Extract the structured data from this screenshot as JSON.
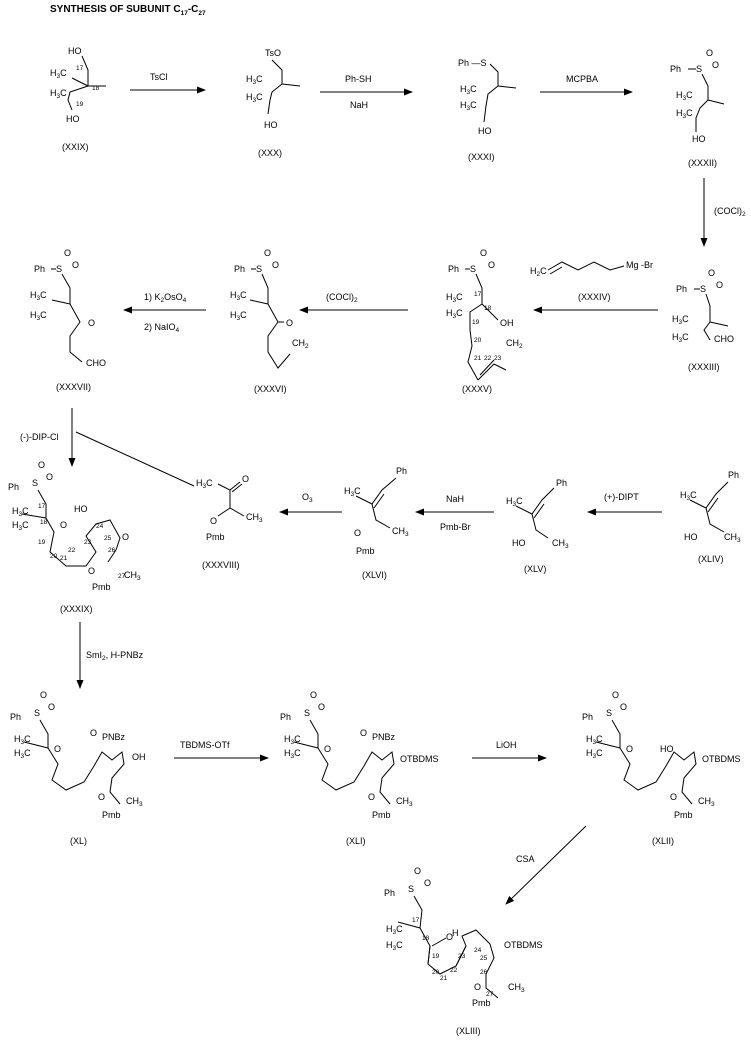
{
  "title": {
    "main": "SYNTHESIS OF SUBUNIT C",
    "sub1": "17",
    "dash": "-C",
    "sub2": "27"
  },
  "compounds": {
    "c29": "(XXIX)",
    "c30": "(XXX)",
    "c31": "(XXXI)",
    "c32": "(XXXII)",
    "c33": "(XXXIII)",
    "c34": "(XXXIV)",
    "c35": "(XXXV)",
    "c36": "(XXXVI)",
    "c37": "(XXXVII)",
    "c38": "(XXXVIII)",
    "c39": "(XXXIX)",
    "c40": "(XL)",
    "c41": "(XLI)",
    "c42": "(XLII)",
    "c43": "(XLIII)",
    "c44": "(XLIV)",
    "c45": "(XLV)",
    "c46": "(XLVI)"
  },
  "reagents": {
    "tscl": "TsCl",
    "phsh": "Ph-SH",
    "nah": "NaH",
    "mcpba": "MCPBA",
    "cocl2": "(COCl)",
    "cocl2_sub": "2",
    "k2oso4_a": "1) K",
    "k2oso4_b": "OsO",
    "naio4": "2) NaIO",
    "dipcl_minus": "(-)-DIP-Cl",
    "o3": "O",
    "o3_sub": "3",
    "nah2": "NaH",
    "pmbbr": "Pmb-Br",
    "dipt_plus": "(+)-DIPT",
    "smi2": "SmI",
    "hpnbz": ", H-PNBz",
    "tbdmsotf": "TBDMS-OTf",
    "lioh": "LiOH",
    "csa": "CSA",
    "grignard": "Mg -Br"
  },
  "atoms": {
    "ho": "HO",
    "oh": "OH",
    "tso": "TsO",
    "ph": "Ph",
    "phs": "Ph —S",
    "phso": "Ph",
    "s": "S",
    "o": "O",
    "h3c": "H",
    "c": "C",
    "ch3": "CH",
    "cho": "CHO",
    "ch2": "CH",
    "pmb": "Pmb",
    "pnbz": "PNBz",
    "otbdms": "OTBDMS",
    "h": "H",
    "h2c": "H"
  },
  "numbers": {
    "n17": "17",
    "n18": "18",
    "n19": "19",
    "n20": "20",
    "n21": "21",
    "n22": "22",
    "n23": "23",
    "n24": "24",
    "n25": "25",
    "n26": "26",
    "n27": "27"
  }
}
